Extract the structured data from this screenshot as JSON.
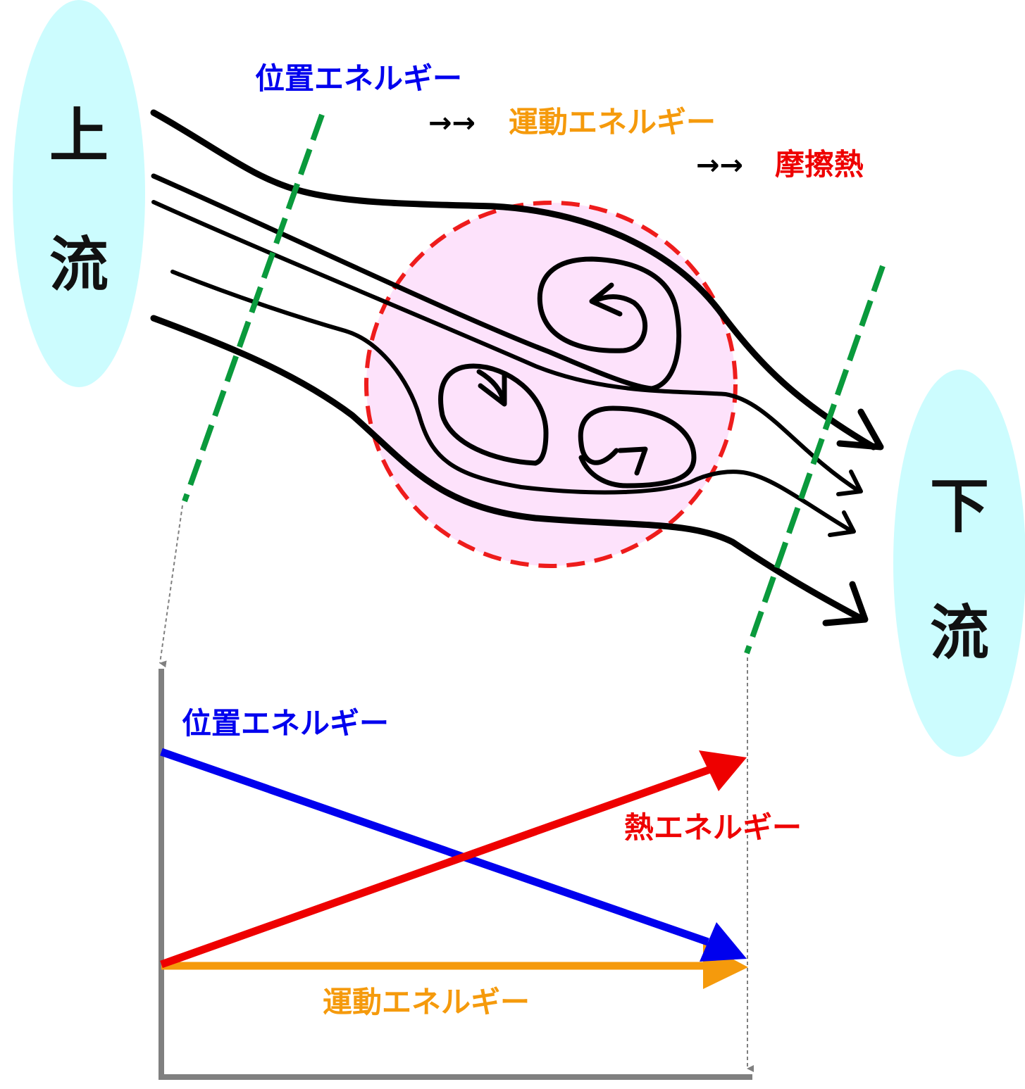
{
  "colors": {
    "potential": "#0000ee",
    "kinetic": "#f59a0c",
    "heat": "#ee0000",
    "flow": "#000000",
    "section_line": "#0a9a3c",
    "eddy_zone_fill": "#fde2fb",
    "eddy_zone_border": "#ee1c1c",
    "side_ellipse": "#ccfcfe",
    "axis": "#808080"
  },
  "upstream": {
    "char1": "上",
    "char2": "流"
  },
  "downstream": {
    "char1": "下",
    "char2": "流"
  },
  "chain": {
    "potential": "位置エネルギー",
    "arrow1": "→→",
    "kinetic": "運動エネルギー",
    "arrow2": "→→",
    "friction_heat": "摩擦熱"
  },
  "graph": {
    "potential_label": "位置エネルギー",
    "heat_label": "熱エネルギー",
    "kinetic_label": "運動エネルギー"
  }
}
